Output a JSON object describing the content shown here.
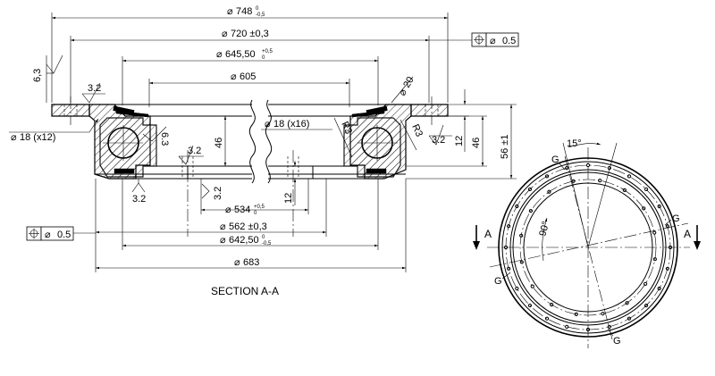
{
  "section": {
    "label": "SECTION A-A",
    "dims": {
      "d748": "748",
      "d748_tol_upper": "0",
      "d748_tol_lower": "-0,5",
      "d720": "720 ±0,3",
      "d645": "645,50",
      "d645_tol_upper": "+0,5",
      "d645_tol_lower": "0",
      "d605": "605",
      "d20": "20",
      "d18_x16": "18 (x16)",
      "d18_x12": "18 (x12)",
      "d534": "534",
      "d534_tol_upper": "+0,5",
      "d534_tol_lower": "0",
      "d562": "562 ±0,3",
      "d642": "642,50",
      "d642_tol_upper": "0",
      "d642_tol_lower": "-0,5",
      "d683": "683",
      "h46_left": "46",
      "h46_right": "46",
      "h12_bottom": "12",
      "h12_right": "12",
      "h56": "56 ±1",
      "r3_left": "R3",
      "r3_right": "R3"
    },
    "roughness": {
      "r63_left": "6,3",
      "r32_top": "3.2",
      "r32_bottom_left": "3.2",
      "r32_mid": "3.2",
      "r32_mid2": "3.2",
      "r63_inner": "6.3",
      "r32_right": "3.2"
    },
    "position_tol_top": {
      "symbol": "⌖",
      "diameter": "⌀",
      "value": "0.5"
    },
    "position_tol_bottom": {
      "symbol": "⌖",
      "diameter": "⌀",
      "value": "0.5"
    },
    "diameter_symbol": "⌀"
  },
  "plan_view": {
    "angle_15": "15°",
    "angle_90": "90°",
    "section_marker_left": "A",
    "section_marker_right": "A",
    "g_labels": [
      "G",
      "G",
      "G",
      "G"
    ]
  }
}
